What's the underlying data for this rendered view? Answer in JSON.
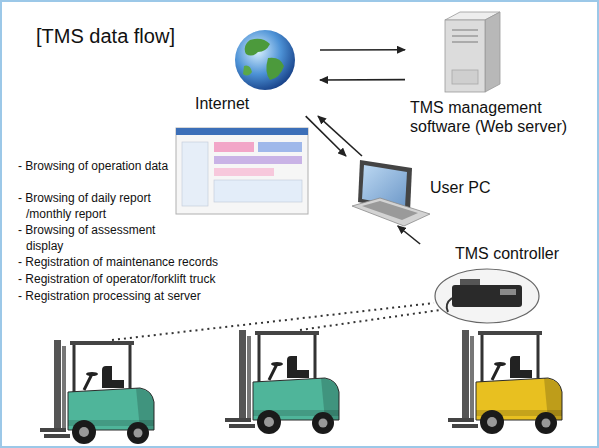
{
  "diagram": {
    "title": "[TMS data flow]",
    "nodes": [
      {
        "text": [
          "Internet"
        ]
      },
      {
        "text": [
          "TMS management software (Web server)"
        ]
      },
      {
        "text": [
          "User PC"
        ]
      },
      {
        "text": [
          "TMS controller"
        ]
      }
    ],
    "edges": [
      {
        "from": 0,
        "to": 1,
        "arrow": "to"
      },
      {
        "from": 1,
        "to": 0,
        "arrow": "to"
      },
      {
        "from": 0,
        "to": 2,
        "arrow": "to"
      },
      {
        "from": 2,
        "to": 0,
        "arrow": "to"
      },
      {
        "from": 3,
        "to": 2,
        "arrow": "to"
      }
    ],
    "labels": [
      "- Browsing of operation data",
      "- Browsing of daily report /monthly report",
      "- Browsing of assessment display",
      "- Registration of maintenance records",
      "- Registration of operator/forklift truck",
      "- Registration processing at server"
    ]
  }
}
